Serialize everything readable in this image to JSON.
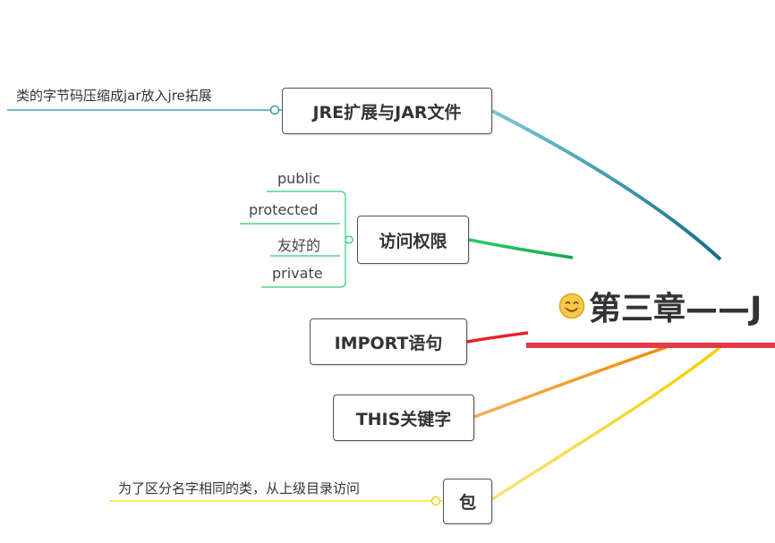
{
  "central_topic": {
    "label": "第三章——J",
    "icon": "smiley-icon"
  },
  "topics": [
    {
      "label": "JRE扩展与JAR文件",
      "branch_color": "#1b8fa6"
    },
    {
      "label": "访问权限",
      "branch_color": "#1db954"
    },
    {
      "label": "IMPORT语句",
      "branch_color": "#e8202a"
    },
    {
      "label": "THIS关键字",
      "branch_color": "#f39c12"
    },
    {
      "label": "包",
      "branch_color": "#f5d90a"
    }
  ],
  "notes": {
    "jre": "类的字节码压缩成jar放入jre拓展",
    "package": "为了区分名字相同的类，从上级目录访问"
  },
  "access_children": [
    "public",
    "protected",
    "友好的",
    "private"
  ],
  "colors": {
    "central_underline": "#e23b4a",
    "leaf_line": "#2ecc71",
    "note_line_jre": "#1b8fa6",
    "note_line_package": "#f5d90a"
  }
}
